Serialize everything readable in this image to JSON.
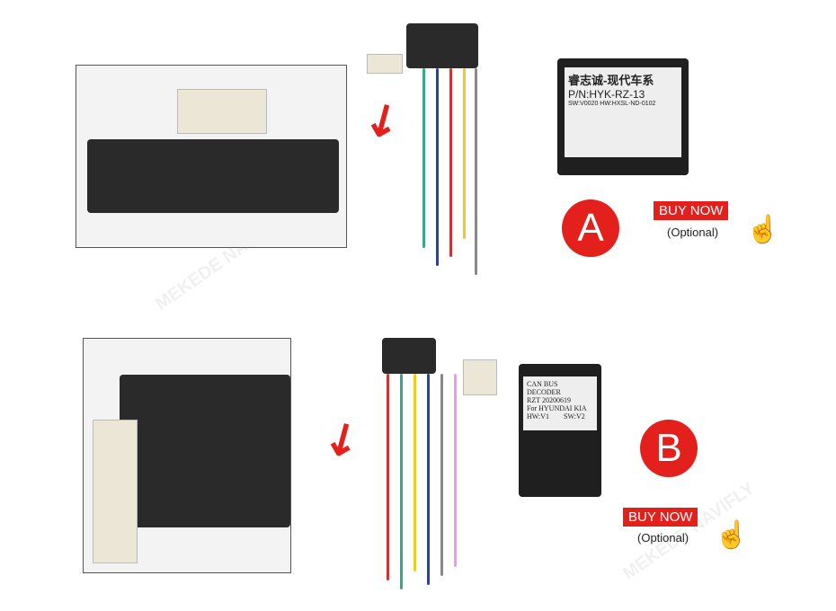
{
  "watermark": "MEKEDE NAVIFLY",
  "option_a": {
    "letter": "A",
    "buy_label": "BUY NOW",
    "optional_label": "(Optional)",
    "decoder_title": "睿志诚-现代车系",
    "decoder_pn": "P/N:HYK-RZ-13",
    "decoder_sw": "SW:V0020 HW:HXSL-ND-0102"
  },
  "option_b": {
    "letter": "B",
    "buy_label": "BUY NOW",
    "optional_label": "(Optional)",
    "decoder_title": "CAN BUS DECODER",
    "decoder_lines": [
      "RZT 20200619",
      "For HYUNDAI KIA",
      "HW:V1        SW:V2"
    ]
  },
  "colors": {
    "accent": "#e3201b"
  }
}
